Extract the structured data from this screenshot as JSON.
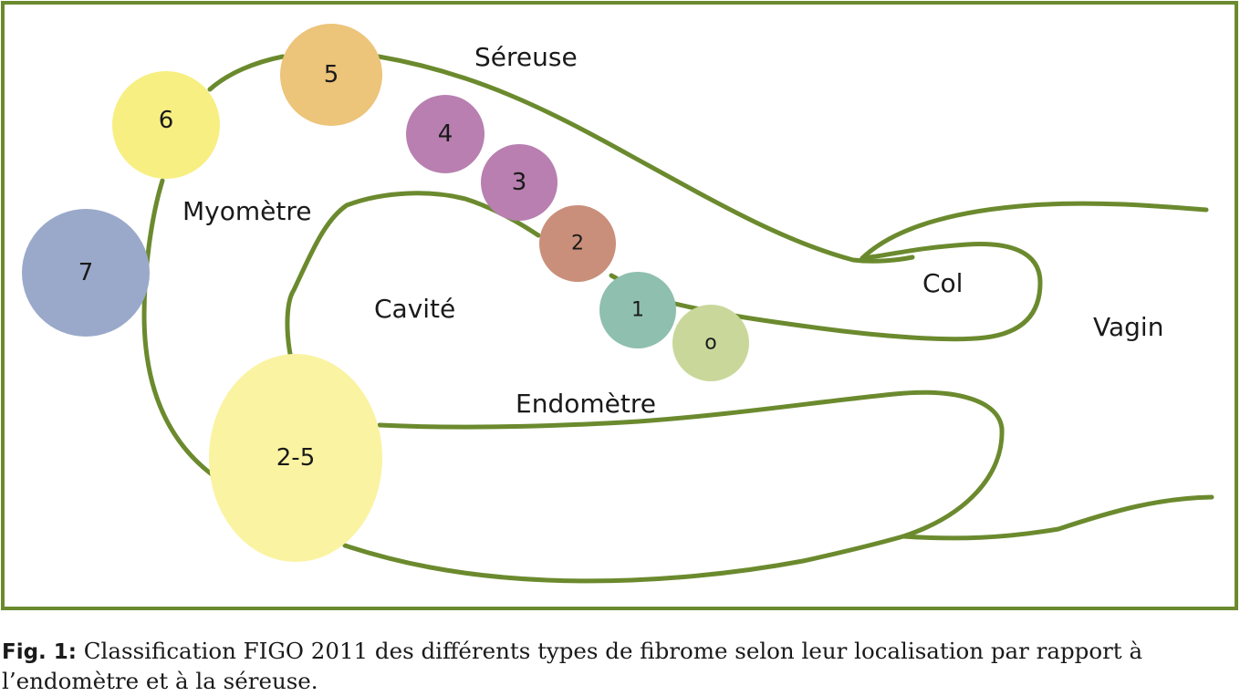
{
  "diagram": {
    "labels": {
      "sereuse": "Séreuse",
      "myometre": "Myomètre",
      "cavite": "Cavité",
      "endometre": "Endomètre",
      "col": "Col",
      "vagin": "Vagin"
    },
    "fibroids": [
      {
        "type": "0",
        "label": "o",
        "color": "#c9d89a"
      },
      {
        "type": "1",
        "label": "1",
        "color": "#8fbfae"
      },
      {
        "type": "2",
        "label": "2",
        "color": "#c98f7a"
      },
      {
        "type": "3",
        "label": "3",
        "color": "#b87fb0"
      },
      {
        "type": "4",
        "label": "4",
        "color": "#b87fb0"
      },
      {
        "type": "5",
        "label": "5",
        "color": "#ecc47a"
      },
      {
        "type": "6",
        "label": "6",
        "color": "#f7ef82"
      },
      {
        "type": "7",
        "label": "7",
        "color": "#9aa9ca"
      },
      {
        "type": "2-5",
        "label": "2-5",
        "color": "#faf3a2"
      }
    ],
    "line_color": "#6b8a2e"
  },
  "caption": {
    "prefix": "Fig. 1:",
    "text": " Classification FIGO 2011 des différents types de fibrome selon leur localisation par rapport à l’endomètre et à la séreuse."
  }
}
